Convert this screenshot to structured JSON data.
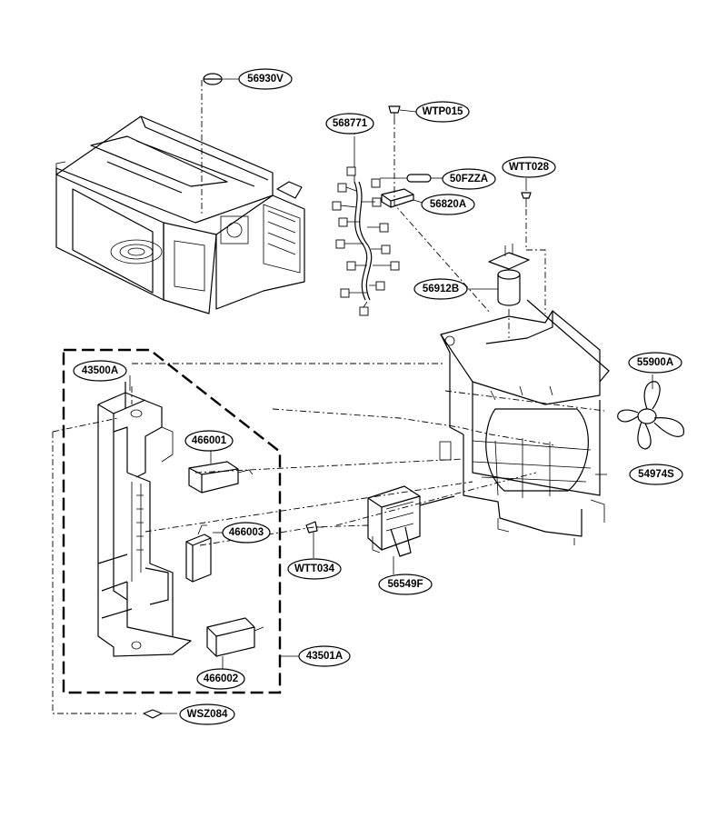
{
  "callouts": {
    "p56930V": "56930V",
    "pWTP015": "WTP015",
    "p568771": "568771",
    "p50FZZA": "50FZZA",
    "p56820A": "56820A",
    "pWTT028": "WTT028",
    "p56912B": "56912B",
    "p43500A": "43500A",
    "p466001": "466001",
    "p466003": "466003",
    "p466002": "466002",
    "p43501A": "43501A",
    "pWSZ084": "WSZ084",
    "pWTT034": "WTT034",
    "p56549F": "56549F",
    "p55900A": "55900A",
    "p54974S": "54974S"
  }
}
